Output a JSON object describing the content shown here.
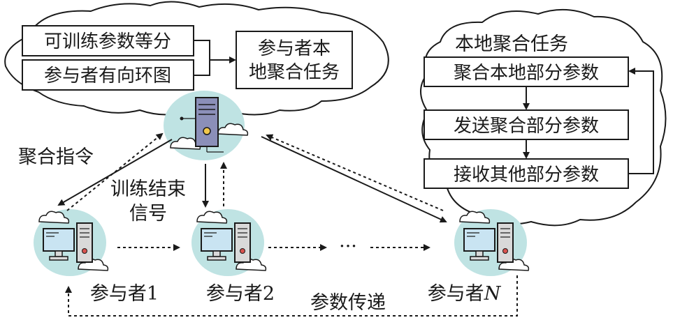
{
  "server_cloud": {
    "box_trainable_params": "可训练参数等分",
    "box_participant_dag": "参与者有向环图",
    "box_local_task_line1": "参与者本",
    "box_local_task_line2": "地聚合任务"
  },
  "task_cloud": {
    "title": "本地聚合任务",
    "step1": "聚合本地部分参数",
    "step2": "发送聚合部分参数",
    "step3": "接收其他部分参数"
  },
  "labels": {
    "aggregate_command": "聚合指令",
    "train_end_line1": "训练结束",
    "train_end_line2": "信号",
    "param_transfer": "参数传递",
    "ellipsis": "···"
  },
  "participants": [
    {
      "label": "参与者1"
    },
    {
      "label": "参与者2"
    },
    {
      "label": "参与者",
      "suffix": "N"
    }
  ],
  "colors": {
    "halo": "#bfe3e3",
    "server_body": "#8b8fb8",
    "server_light": "#f2c84b",
    "monitor_screen": "#c9e4f2",
    "tower_body": "#d9d9d9",
    "tower_led": "#d9534f"
  },
  "icons": {
    "server": "server-icon",
    "computer": "computer-icon",
    "mini_cloud": "cloud-icon"
  }
}
